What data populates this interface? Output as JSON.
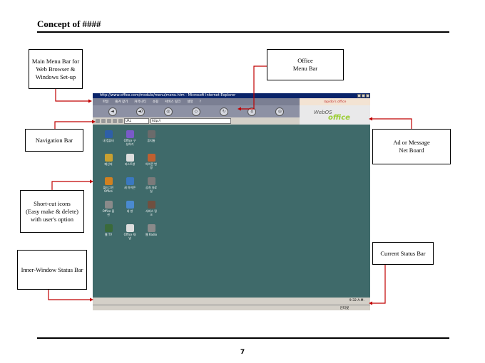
{
  "title": "Concept of ####",
  "page_number": "7",
  "callouts": {
    "main_menu": "Main Menu Bar for\nWeb Browser &\nWindows Set-up",
    "office_menu": "Office\nMenu Bar",
    "navigation": "Navigation Bar",
    "ad_message": "Ad or Message\nNet Board",
    "shortcuts": "Short-cut icons\n(Easy make & delete)\nwith user's option",
    "current_status": "Current Status Bar",
    "inner_status": "Inner-Window Status Bar"
  },
  "window": {
    "title": "http://www.office.com/module/menu/menu.htm - Microsoft Internet Explorer",
    "menu_items": [
      "파일",
      "즐겨 찾기",
      "커뮤니티",
      "쇼핑",
      "서비스 링크",
      "설정",
      "?"
    ],
    "office_bar_text": "rapido's office",
    "nav_buttons": [
      "◄",
      "◄)",
      "◎",
      "◇",
      "↻",
      "⌂",
      "◎"
    ],
    "address_label": "URL",
    "address_value": "http://",
    "logo_webos": "WebOS",
    "logo_office": "office",
    "icons": [
      {
        "label": "내 컴퓨터",
        "color": "#2e5fa8"
      },
      {
        "label": "Office 구\n성하기",
        "color": "#7a5ac8"
      },
      {
        "label": "휴지통",
        "color": "#6b6b6b"
      },
      {
        "label": "메신저",
        "color": "#c8a030"
      },
      {
        "label": "리스트창",
        "color": "#dddddd"
      },
      {
        "label": "아이콘 변\n경",
        "color": "#c06030"
      },
      {
        "label": "플러그인\nOffice",
        "color": "#d08020"
      },
      {
        "label": "새 아이콘",
        "color": "#3a78c0"
      },
      {
        "label": "공개 자료\n실",
        "color": "#7a7a7a"
      },
      {
        "label": "Office 옵\n션",
        "color": "#8a8a8a"
      },
      {
        "label": "내 방",
        "color": "#4a8ad0"
      },
      {
        "label": "서비스 링\n크",
        "color": "#705040"
      },
      {
        "label": "웹 TV",
        "color": "#3a6a3a"
      },
      {
        "label": "Office 채\n널",
        "color": "#dddddd"
      },
      {
        "label": "웹 Radio",
        "color": "#8a8a8a"
      }
    ],
    "inner_status_time": "9:32 A.M.",
    "status_right": "인터넷"
  }
}
